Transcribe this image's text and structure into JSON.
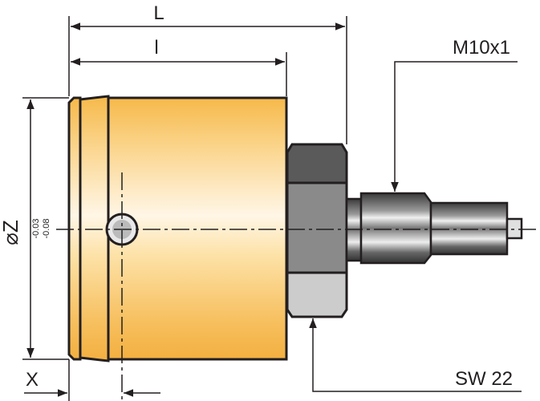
{
  "dimensions": {
    "overall_length": "L",
    "body_length": "l",
    "thread": "M10x1",
    "wrench_size": "SW 22",
    "diameter": "Z",
    "diameter_symbol": "⌀",
    "tolerance_upper": "-0.03",
    "tolerance_lower": "-0.08",
    "hole_offset": "X"
  },
  "colors": {
    "body": "#f7c35a",
    "line": "#231f20",
    "nut": "#8a8a8a"
  }
}
